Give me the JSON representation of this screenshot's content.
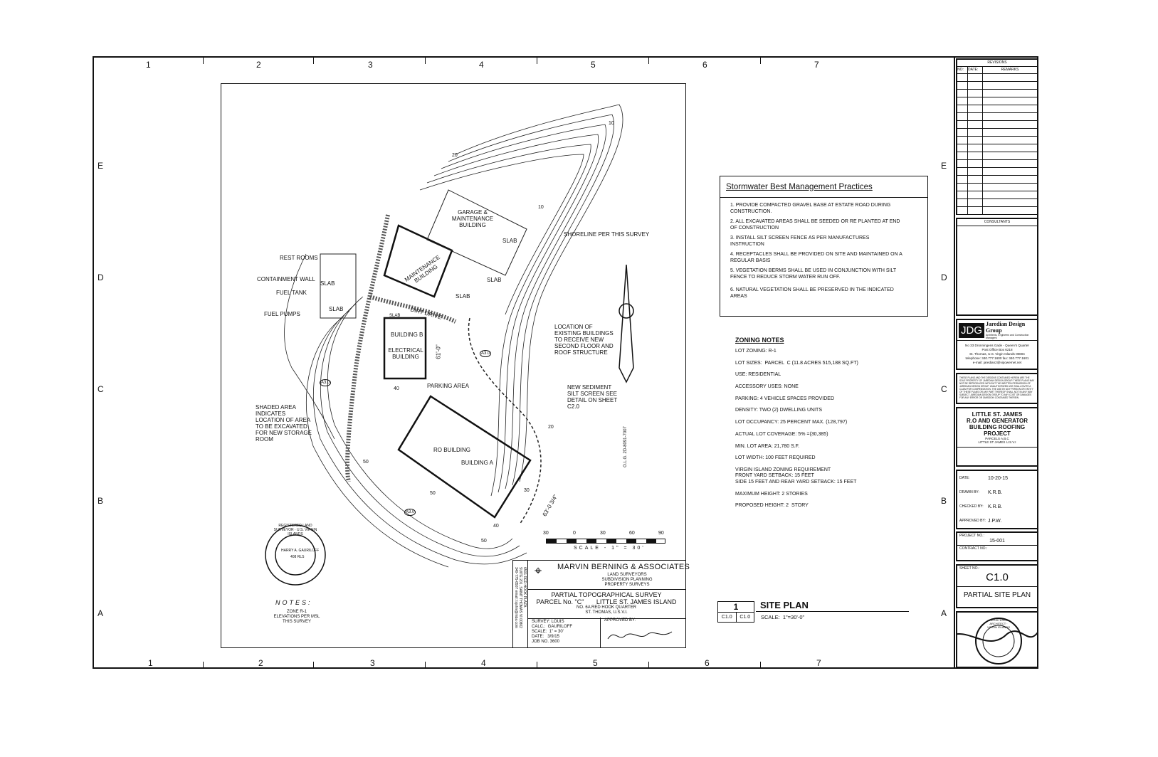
{
  "grid": {
    "columns": [
      "1",
      "2",
      "3",
      "4",
      "5",
      "6",
      "7"
    ],
    "rows": [
      "E",
      "D",
      "C",
      "B",
      "A"
    ]
  },
  "plan": {
    "labels": [
      "REST ROOMS",
      "CONTAINMENT WALL",
      "FUEL TANK",
      "FUEL PUMPS",
      "SHADED AREA INDICATES LOCATION OF AREA TO BE EXCAVATED FOR NEW STORAGE ROOM"
    ],
    "buildings": {
      "garage": "GARAGE & MAINTENANCE BUILDING",
      "maintenance": "MAINTENANCE BUILDING",
      "building_b": "BUILDING B",
      "electrical": "ELECTRICAL BUILDING",
      "ro": "RO BUILDING",
      "building_a": "BUILDING A"
    },
    "misc": [
      "SLAB",
      "SLAB",
      "SLAB",
      "SLAB",
      "SLAB",
      "SLAB",
      "DIRT DRIVE",
      "PARKING AREA",
      "61'-0\"",
      "63'-0 3/4\""
    ],
    "callouts": {
      "shoreline": "SHORELINE PER THIS SURVEY",
      "existing": "LOCATION OF EXISTING BUILDINGS TO RECEIVE NEW SECOND FLOOR AND ROOF STRUCTURE",
      "silt": "NEW SEDIMENT SILT SCREEN SEE DETAIL ON SHEET C2.0"
    },
    "contours": [
      "10",
      "20",
      "30",
      "40",
      "50",
      "40",
      "50",
      "10",
      "20",
      "50"
    ],
    "section_tags": [
      "A3.0",
      "A3.0",
      "A3.0"
    ],
    "north_arrow_text": "O.L.G. 2D-8091-7007",
    "scale_ticks": [
      "30",
      "0",
      "30",
      "60",
      "90"
    ],
    "scale_text": "SCALE - 1\" = 30'",
    "seal": {
      "ring": "REGISTERED LAND SURVEYOR · U.S. VIRGIN ISLANDS",
      "name": "HARRY A. GAURILOFF",
      "num": "408 RLS"
    },
    "notes_title": "NOTES:",
    "notes": [
      "ZONE R-1",
      "ELEVATIONS PER MSL",
      "THIS SURVEY"
    ]
  },
  "survey_block": {
    "company": "MARVIN BERNING & ASSOCIATES",
    "services": [
      "LAND SURVEYORS",
      "SUBDIVISION PLANNING",
      "PROPERTY SURVEYS"
    ],
    "address_side": [
      "6501 RED HOOK PLAZA",
      "SUITE 201, SAINT THOMAS VI 00802",
      "340-775-6507 email: lsjohn@mba.com"
    ],
    "title": "PARTIAL TOPOGRAPHICAL SURVEY",
    "parcel": "PARCEL No. \"C\"       LITTLE ST. JAMES ISLAND",
    "quarter": "NO. 6A RED HOOK QUARTER",
    "location": "ST. THOMAS, U.S.V.I.",
    "fields": [
      "SURVEY: LOUIS",
      "CALC.:  GAURILOFF",
      "SCALE:  1\" = 30'",
      "DATE:   3/9/15",
      "JOB NO. 3600"
    ],
    "approved_label": "APPROVED BY:"
  },
  "stormwater": {
    "title": "Stormwater Best Management Practices",
    "items": [
      "1. PROVIDE COMPACTED GRAVEL BASE AT ESTATE ROAD DURING CONSTRUCTION.",
      "2. ALL EXCAVATED AREAS SHALL BE SEEDED OR RE PLANTED AT END OF CONSTRUCTION",
      "3. INSTALL SILT SCREEN FENCE AS PER MANUFACTURES INSTRUCTION",
      "4. RECEPTACLES SHALL BE PROVIDED ON SITE AND MAINTAINED ON A REGULAR BASIS",
      "5. VEGETATION BERMS SHALL BE USED IN CONJUNCTION WITH SILT FENCE TO REDUCE STORM WATER RUN OFF.",
      "6. NATURAL VEGETATION SHALL BE PRESERVED IN THE INDICATED AREAS"
    ]
  },
  "zoning": {
    "title": "ZONING NOTES",
    "items": [
      "LOT ZONING: R-1",
      "LOT SIZES:  PARCEL  C (11.8 ACRES 515,188 SQ.FT)",
      "USE: RESIDENTIAL",
      "ACCESSORY USES: NONE",
      "PARKING: 4 VEHICLE SPACES PROVIDED",
      "DENSITY: TWO (2) DWELLING UNITS",
      "LOT OCCUPANCY: 25 PERCENT MAX. (128,797)",
      "ACTUAL LOT COVERAGE: 5% =(30,385)",
      "MIN. LOT AREA: 21,780 S.F.",
      "LOT WIDTH: 100 FEET REQUIRED",
      "VIRGIN ISLAND ZONING REQUIREMENT\nFRONT YARD SETBACK: 15 FEET\nSIDE 15 FEET AND REAR YARD SETBACK: 15 FEET",
      "MAXIMUM HEIGHT: 2 STORIES",
      "PROPOSED HEIGHT: 2  STORY"
    ]
  },
  "site_plan_tag": {
    "number": "1",
    "ref1": "C1.0",
    "ref2": "C1.0",
    "title": "SITE PLAN",
    "scale": "SCALE:  1\"=30'-0\""
  },
  "title_block": {
    "revisions": {
      "title": "REVISIONS",
      "cols": [
        "NO:",
        "DATE:",
        "REMARKS"
      ]
    },
    "consultants": "CONSULTANTS",
    "firm": {
      "logo": "JDG",
      "name": "Jaredian Design Group",
      "tagline": "Architects, Engineers and Construction Managers",
      "address": [
        "No 33 Dronningens Gade - Queen's Quarter",
        "Post Office Box 6218",
        "St. Thomas, U.S. Virgin Islands 00804",
        "telephone: 340.777.1600 fax: 340.777.1601",
        "e-mail: jaredian2@vipowernet.net"
      ]
    },
    "disclaimer": "THESE PLANS AND THE DESIGNS CONTAINED HEREIN ARE THE SOLE PROPERTY OF JAREDIAN DESIGN GROUP. THESE PLANS MAY NOT BE REPRODUCED WITHOUT THE WRITTEN PERMISSION OF JAREDIAN DESIGN GROUP. UNAUTHORIZED USE SHALL INVITE A CLAIM FOR COMPENSATION. THE USE BY ANY PERSON OR ENTITY OF THESE PLANS OR ANY PART THEREOF SHALL NOT IN ANY WAY SUBJECT JAREDIAN DESIGN GROUP TO ANY COST OR DAMAGES FOR ANY ERROR OR OMISSION CONTAINED THEREIN.",
    "project": [
      "LITTLE ST. JAMES",
      "R.O AND GENERATOR",
      "BUILDING ROOFING",
      "PROJECT"
    ],
    "project_sub": [
      "PARCELS A,B,C",
      "LITTLE ST JAMES  U.S.V.I"
    ],
    "date_label": "DATE:",
    "date": "10-20-15",
    "drawn_label": "DRAWN BY:",
    "drawn": "K.R.B.",
    "checked_label": "CHECKED BY:",
    "checked": "K.R.B.",
    "approved_label": "APPROVED BY:",
    "approved": "J.P.W.",
    "project_no_label": "PROJECT NO.:",
    "project_no": "15-001",
    "contract_no_label": "CONTRACT NO.:",
    "sheet_no_label": "SHEET NO.:",
    "sheet_no": "C1.0",
    "sheet_title": "PARTIAL SITE PLAN",
    "seal_text": "REGISTERED ARCHITECT · VIRGIN ISLANDS"
  }
}
